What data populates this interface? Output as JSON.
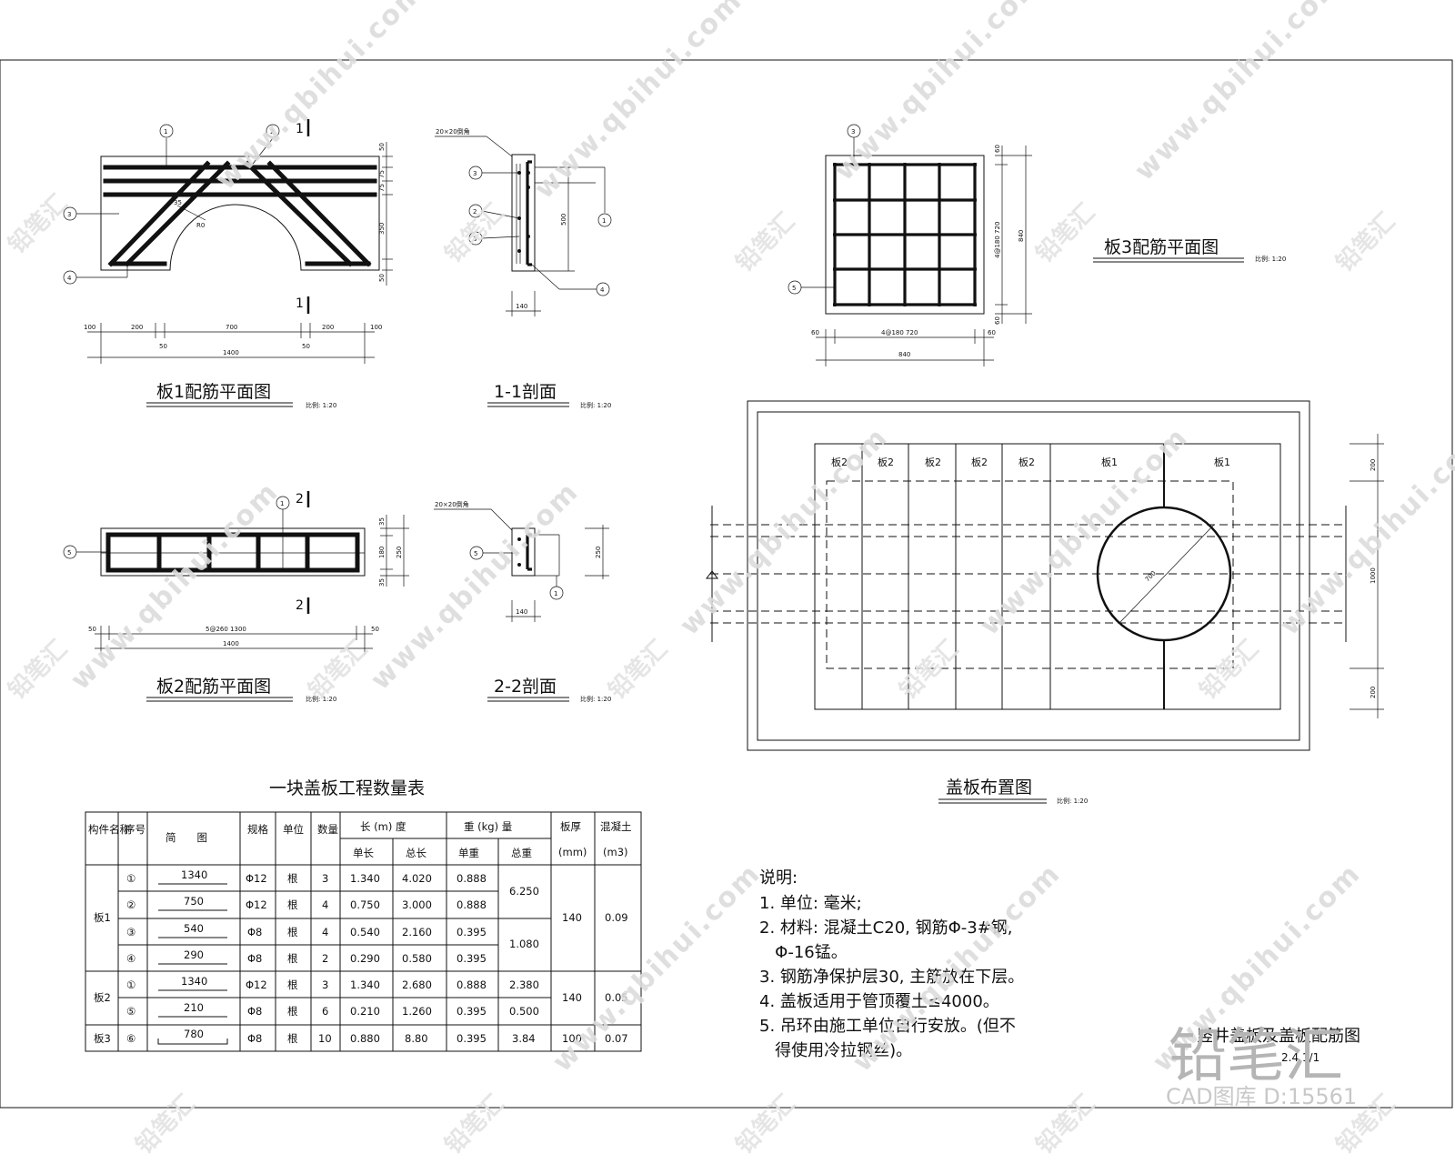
{
  "drawing": {
    "plate1": {
      "title": "板1配筋平面图",
      "scale": "比例: 1:20",
      "section_mark": "1",
      "callouts": [
        "1",
        "2",
        "3",
        "4"
      ],
      "dims_right": [
        "50",
        "75",
        "75",
        "350",
        "50"
      ],
      "dim_angle": "35",
      "dim_radius": "R0",
      "dims_bottom_top": [
        "100",
        "200",
        "700",
        "200",
        "100"
      ],
      "dims_bottom_mid": [
        "50",
        "50"
      ],
      "dim_total": "1400"
    },
    "section11": {
      "title": "1-1剖面",
      "scale": "比例: 1:20",
      "cover_note": "20×20倒角",
      "callouts": [
        "3",
        "2",
        "3",
        "1",
        "4"
      ],
      "dim_height": "500",
      "dim_width": "140"
    },
    "plate2": {
      "title": "板2配筋平面图",
      "scale": "比例: 1:20",
      "section_mark": "2",
      "callouts": [
        "1",
        "5"
      ],
      "dims_right": [
        "35",
        "180",
        "35"
      ],
      "dim_height": "250",
      "dims_bottom": [
        "50",
        "5@260 1300",
        "50"
      ],
      "dim_total": "1400"
    },
    "section22": {
      "title": "2-2剖面",
      "scale": "比例: 1:20",
      "cover_note": "20×20倒角",
      "callouts": [
        "5",
        "1"
      ],
      "dim_height": "250",
      "dim_width": "140"
    },
    "plate3": {
      "title": "板3配筋平面图",
      "scale": "比例: 1:20",
      "callouts": [
        "3",
        "5"
      ],
      "dims_right": [
        "60",
        "4@180 720",
        "60"
      ],
      "dim_total_right": "840",
      "dims_bottom": [
        "60",
        "4@180 720",
        "60"
      ],
      "dim_total_bottom": "840"
    },
    "layout": {
      "title": "盖板布置图",
      "scale": "比例: 1:20",
      "panel_labels": [
        "板2",
        "板2",
        "板2",
        "板2",
        "板2",
        "板1",
        "板1"
      ],
      "dim_diameter": "700",
      "dims_right": [
        "200",
        "1000",
        "200"
      ]
    }
  },
  "table": {
    "title": "一块盖板工程数量表",
    "headers": {
      "component": "构件名称",
      "seq": "序号",
      "shape": "简　　图",
      "spec": "规格",
      "unit": "单位",
      "qty": "数量",
      "length": "长 (m) 度",
      "len_single": "单长",
      "len_total": "总长",
      "weight": "重 (kg) 量",
      "w_single": "单重",
      "w_total": "总重",
      "thickness": "板厚",
      "thickness_unit": "(mm)",
      "concrete": "混凝土",
      "concrete_unit": "(m3)"
    },
    "groups": [
      {
        "name": "板1",
        "thickness": "140",
        "concrete": "0.09",
        "rows": [
          {
            "seq": "①",
            "shape": "1340",
            "spec": "Φ12",
            "unit": "根",
            "qty": "3",
            "len_single": "1.340",
            "len_total": "4.020",
            "w_single": "0.888"
          },
          {
            "seq": "②",
            "shape": "750",
            "spec": "Φ12",
            "unit": "根",
            "qty": "4",
            "len_single": "0.750",
            "len_total": "3.000",
            "w_single": "0.888"
          },
          {
            "seq": "③",
            "shape": "540",
            "spec": "Φ8",
            "unit": "根",
            "qty": "4",
            "len_single": "0.540",
            "len_total": "2.160",
            "w_single": "0.395"
          },
          {
            "seq": "④",
            "shape": "290",
            "spec": "Φ8",
            "unit": "根",
            "qty": "2",
            "len_single": "0.290",
            "len_total": "0.580",
            "w_single": "0.395"
          }
        ],
        "w_totals": [
          "6.250",
          "1.080"
        ]
      },
      {
        "name": "板2",
        "thickness": "140",
        "concrete": "0.05",
        "rows": [
          {
            "seq": "①",
            "shape": "1340",
            "spec": "Φ12",
            "unit": "根",
            "qty": "3",
            "len_single": "1.340",
            "len_total": "2.680",
            "w_single": "0.888",
            "w_total": "2.380"
          },
          {
            "seq": "⑤",
            "shape": "210",
            "spec": "Φ8",
            "unit": "根",
            "qty": "6",
            "len_single": "0.210",
            "len_total": "1.260",
            "w_single": "0.395",
            "w_total": "0.500"
          }
        ]
      },
      {
        "name": "板3",
        "thickness": "100",
        "concrete": "0.07",
        "rows": [
          {
            "seq": "⑥",
            "shape": "780",
            "spec": "Φ8",
            "unit": "根",
            "qty": "10",
            "len_single": "0.880",
            "len_total": "8.80",
            "w_single": "0.395",
            "w_total": "3.84"
          }
        ]
      }
    ]
  },
  "notes": {
    "heading": "说明:",
    "lines": [
      "1. 单位: 毫米;",
      "2. 材料: 混凝土C20, 钢筋Φ-3#钢,",
      "   Φ-16锰。",
      "3. 钢筋净保护层30, 主筋放在下层。",
      "4. 盖板适用于管顶覆土≤4000。",
      "5. 吊环由施工单位自行安放。(但不",
      "   得使用冷拉钢丝)。"
    ]
  },
  "title_block": {
    "title": "竖井盖板及盖板配筋图",
    "sheet_no": "2.4 1/1"
  },
  "watermarks": {
    "site": "www.qbihui.com",
    "brand": "铅笔汇",
    "logo": "铅笔汇",
    "cad_id": "CAD图库 D:15561"
  }
}
